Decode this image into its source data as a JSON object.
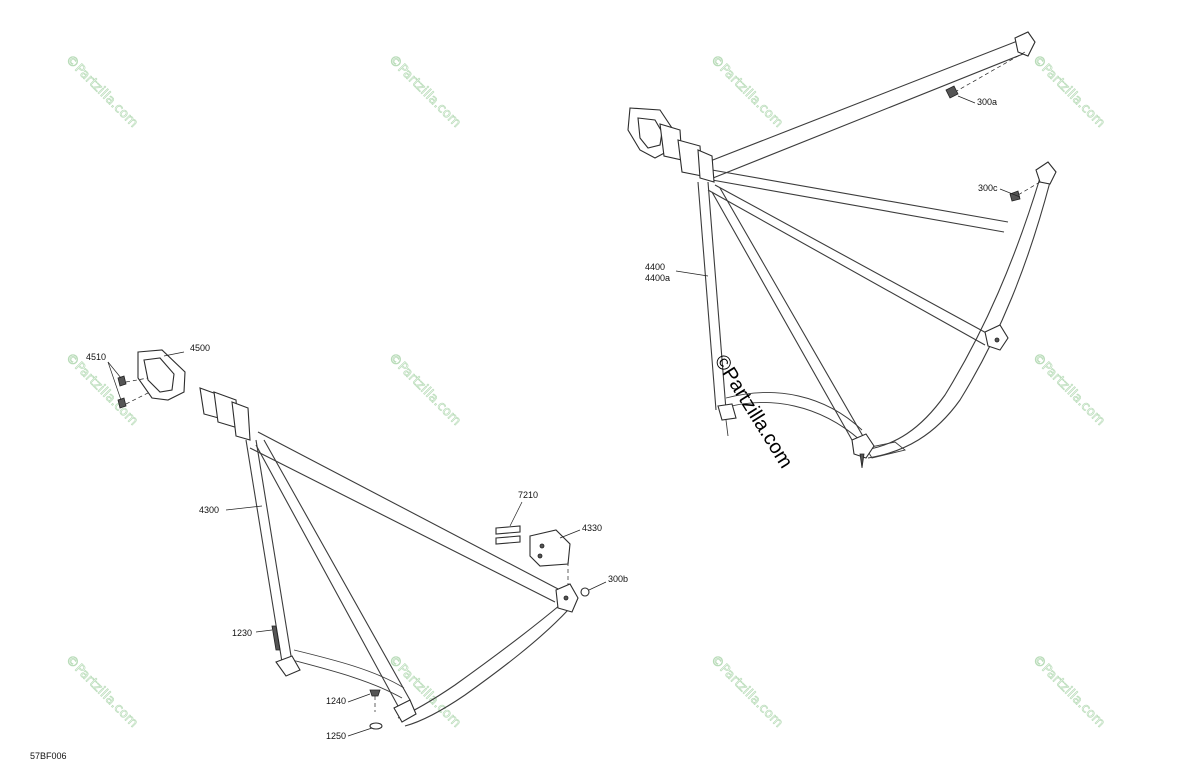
{
  "diagram_id": "57BF006",
  "watermark": {
    "small": "©Partzilla.com",
    "large": "©Partzilla.com"
  },
  "callouts": {
    "c4510": "4510",
    "c4500": "4500",
    "c4300": "4300",
    "c7210": "7210",
    "c4330": "4330",
    "c300b": "300b",
    "c1230": "1230",
    "c1240": "1240",
    "c1250": "1250",
    "c300a": "300a",
    "c300c": "300c",
    "c4400": "4400",
    "c4400a": "4400a"
  },
  "colors": {
    "line": "#3c3c3c",
    "watermark": "#b9dcb9"
  }
}
